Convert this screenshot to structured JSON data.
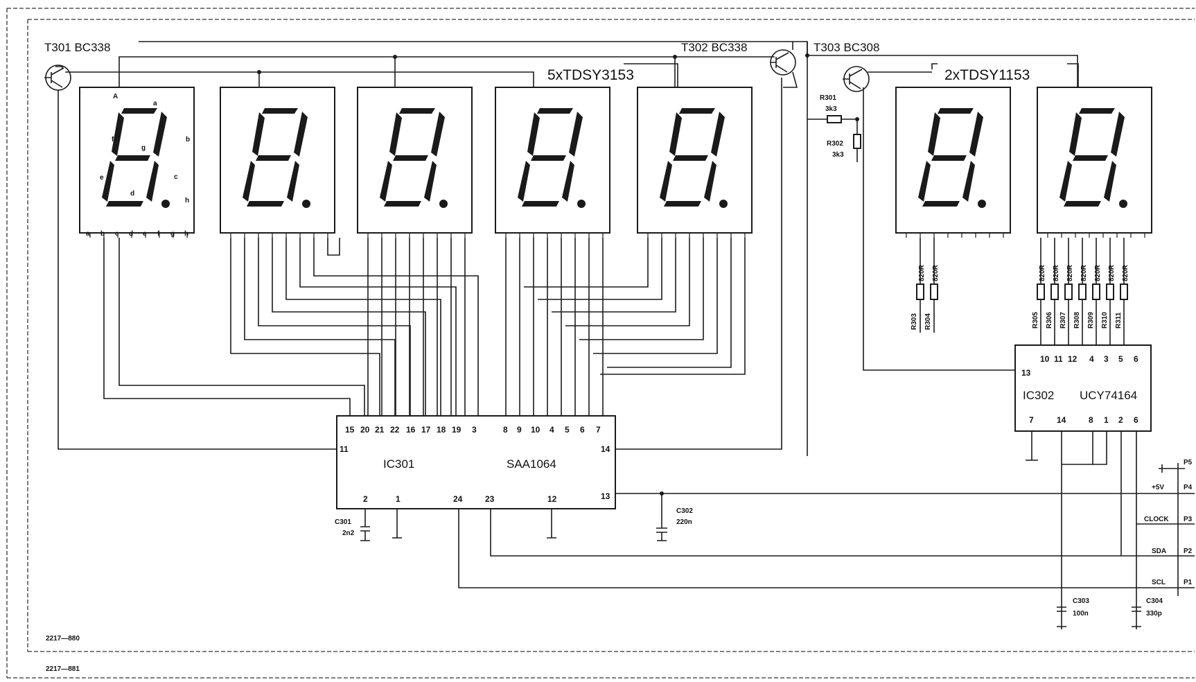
{
  "transistors": {
    "t301": "T301  BC338",
    "t302": "T302  BC338",
    "t303": "T303    BC308"
  },
  "displays": {
    "group1": "5xTDSY3153",
    "group2": "2xTDSY1153"
  },
  "segments": {
    "a": "a",
    "b": "b",
    "c": "c",
    "d": "d",
    "e": "e",
    "f": "f",
    "g": "g",
    "h": "h",
    "A": "A",
    "bottom_pins": [
      "a",
      "b",
      "c",
      "d",
      "e",
      "f",
      "g",
      "h"
    ]
  },
  "ic301": {
    "name": "IC301",
    "part": "SAA1064",
    "top_pins_left": [
      "15",
      "20",
      "21",
      "22",
      "16",
      "17",
      "18",
      "19",
      "3"
    ],
    "top_pins_right": [
      "8",
      "9",
      "10",
      "4",
      "5",
      "6",
      "7"
    ],
    "left_pin": "11",
    "right_pin_top": "14",
    "right_pin_bottom": "13",
    "bottom_pins": [
      "2",
      "1",
      "24",
      "23",
      "12"
    ]
  },
  "ic302": {
    "name": "IC302",
    "part": "UCY74164",
    "top_pins": [
      "10",
      "11",
      "12",
      "4",
      "3",
      "5",
      "6"
    ],
    "left_pin": "13",
    "bottom_pins": [
      "7",
      "14",
      "8",
      "1",
      "2",
      "6"
    ]
  },
  "resistors": {
    "r301": "R301",
    "r301_val": "3k3",
    "r302": "R302",
    "r302_val": "3k3",
    "r303": "R303",
    "r304": "R304",
    "r305": "R305",
    "r306": "R306",
    "r307": "R307",
    "r308": "R308",
    "r309": "R309",
    "r310": "R310",
    "r311": "R311",
    "r_val": "820R"
  },
  "capacitors": {
    "c301": "C301",
    "c301_val": "2n2",
    "c302": "C302",
    "c302_val": "220n",
    "c303": "C303",
    "c303_val": "100n",
    "c304": "C304",
    "c304_val": "330p"
  },
  "connector": {
    "p5": "P5",
    "p4": "P4",
    "p3": "P3",
    "p2": "P2",
    "p1": "P1",
    "plus5v": "+5V",
    "clock": "CLOCK",
    "sda": "SDA",
    "scl": "SCL"
  },
  "drawing_numbers": {
    "inner": "2217—880",
    "outer": "2217—881"
  }
}
